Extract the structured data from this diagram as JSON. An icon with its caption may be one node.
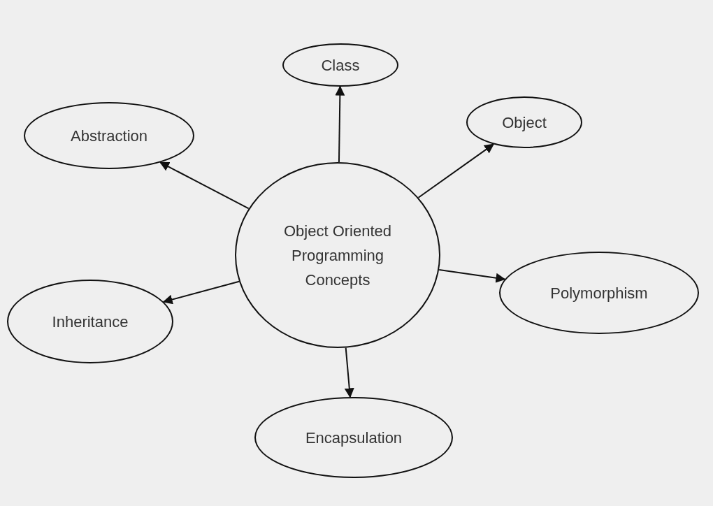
{
  "diagram": {
    "nodes": [
      {
        "text": [
          "Class"
        ]
      },
      {
        "text": [
          "Abstraction"
        ]
      },
      {
        "text": [
          "Object"
        ]
      },
      {
        "text": [
          "Object Oriented Programming Concepts"
        ]
      },
      {
        "text": [
          "Polymorphism"
        ]
      },
      {
        "text": [
          "Inheritance"
        ]
      },
      {
        "text": [
          "Encapsulation"
        ]
      }
    ],
    "edges": [
      {
        "from": 3,
        "to": 0,
        "arrow": "to"
      },
      {
        "from": 3,
        "to": 1,
        "arrow": "to"
      },
      {
        "from": 3,
        "to": 2,
        "arrow": "to"
      },
      {
        "from": 3,
        "to": 4,
        "arrow": "to"
      },
      {
        "from": 3,
        "to": 5,
        "arrow": "to"
      },
      {
        "from": 3,
        "to": 6,
        "arrow": "to"
      }
    ]
  }
}
